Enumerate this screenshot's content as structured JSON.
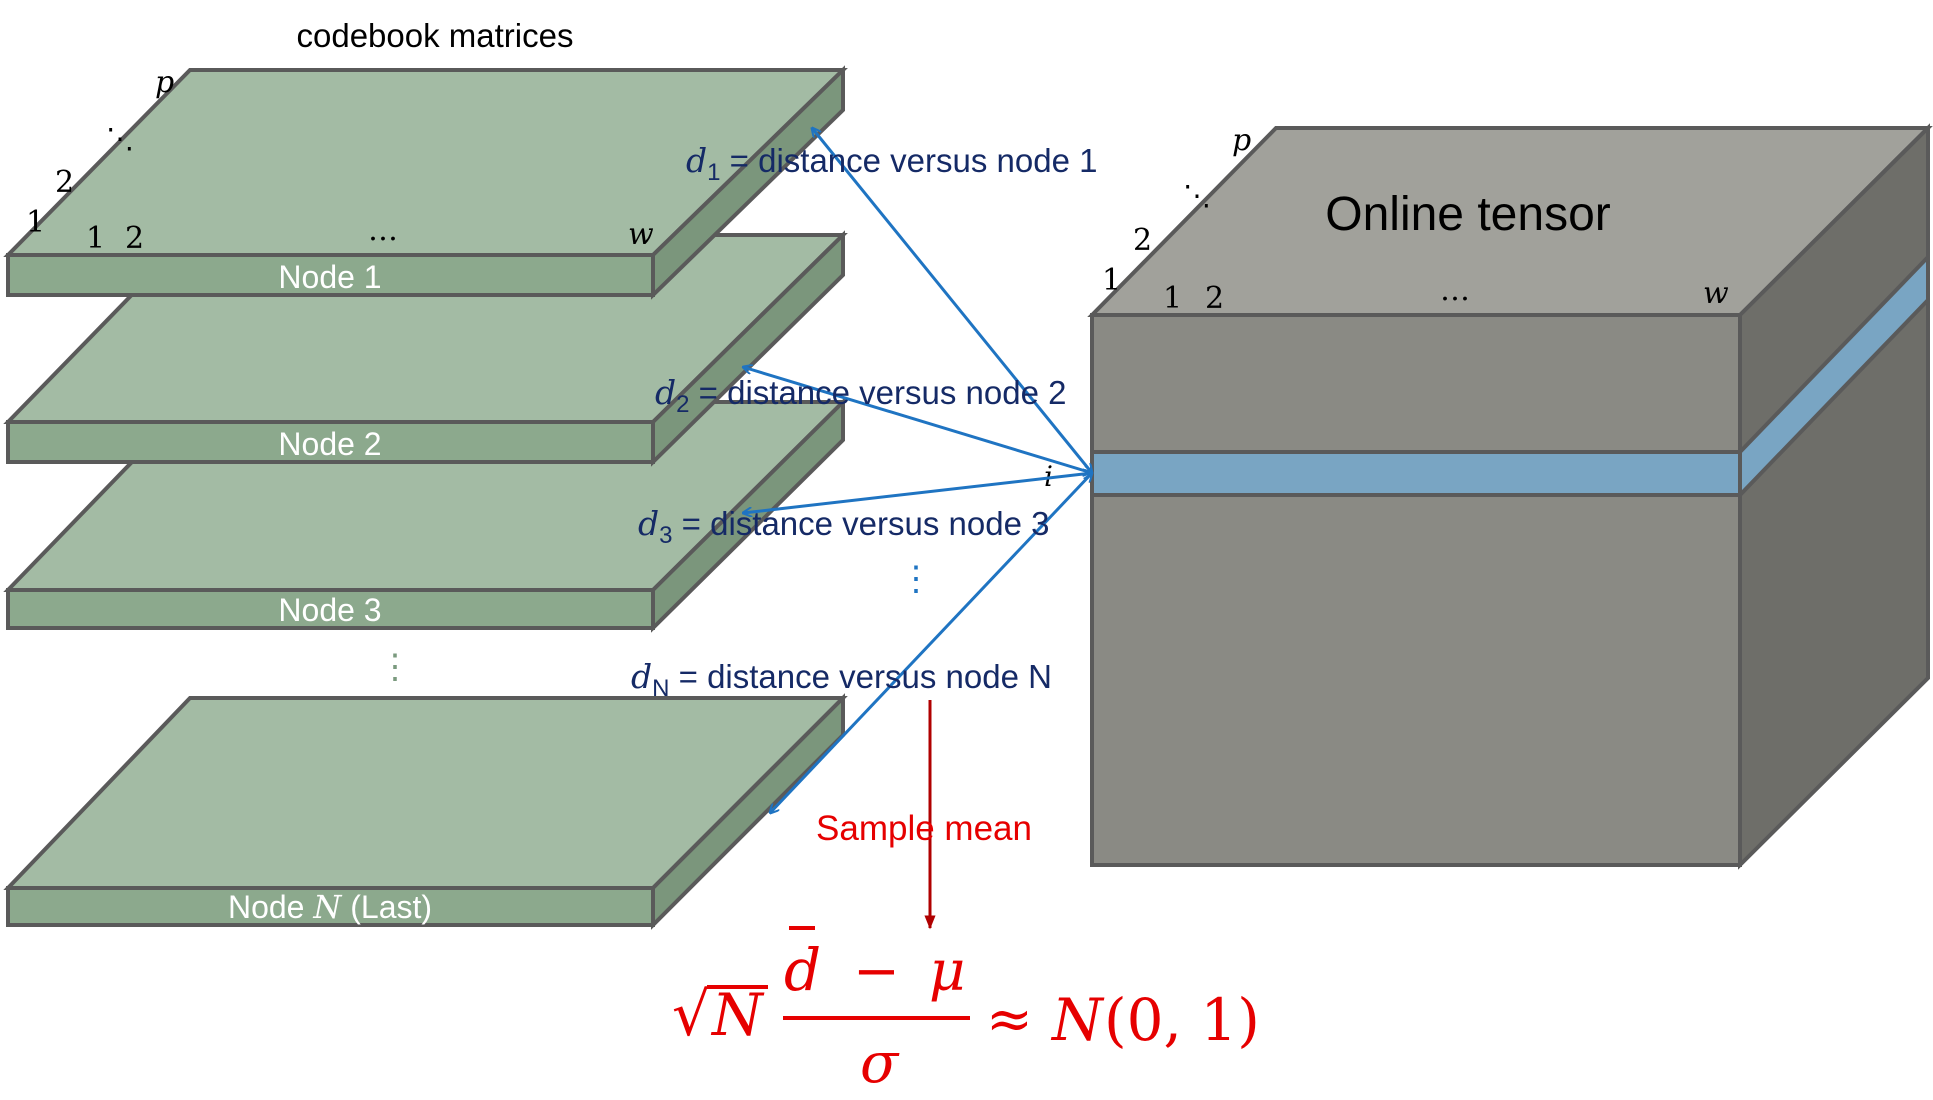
{
  "title": "codebook matrices",
  "nodes": [
    {
      "label": "Node 1"
    },
    {
      "label": "Node 2"
    },
    {
      "label": "Node 3"
    },
    {
      "label_prefix": "Node ",
      "label_var": "N",
      "label_suffix": " (Last)"
    }
  ],
  "stack_ellipsis": "⋮",
  "plate_axes": {
    "row1": "1",
    "row2": "2",
    "row_dots": "⋱",
    "row_last": "p",
    "col1": "1",
    "col2": "2",
    "col_dots": "…",
    "col_last": "w"
  },
  "tensor": {
    "label": "Online tensor",
    "row1": "1",
    "row2": "2",
    "row_dots": "⋱",
    "row_last": "p",
    "col1": "1",
    "col2": "2",
    "col_dots": "…",
    "col_last": "w",
    "slice_index": "i"
  },
  "distances": [
    {
      "var": "d",
      "sub": "1",
      "text": " = distance versus node 1"
    },
    {
      "var": "d",
      "sub": "2",
      "text": " = distance versus node 2"
    },
    {
      "var": "d",
      "sub": "3",
      "text": " = distance versus node 3"
    },
    {
      "var": "d",
      "sub": "N",
      "text": " = distance versus node N"
    }
  ],
  "distance_ellipsis": "⋮",
  "sample_mean_label": "Sample mean",
  "formula": {
    "sqrt": "√",
    "sqrt_var": "N",
    "numerator_var": "d",
    "numerator_minus": "−",
    "numerator_mu": "μ",
    "denominator": "σ",
    "approx": "≈",
    "rhs_var": "N",
    "rhs_args": "(0, 1)"
  },
  "colors": {
    "plate_top": "#a3bba4",
    "plate_front": "#8ca98d",
    "plate_side": "#7b967c",
    "plate_edge": "#5a5a5a",
    "tensor_top": "#a1a19b",
    "tensor_front": "#8a8a84",
    "tensor_side": "#6e6e69",
    "slice": "#79a5c3",
    "arrow": "#1f74c2",
    "label_blue": "#152a66",
    "red": "#e60000",
    "dark_red": "#b00000"
  }
}
